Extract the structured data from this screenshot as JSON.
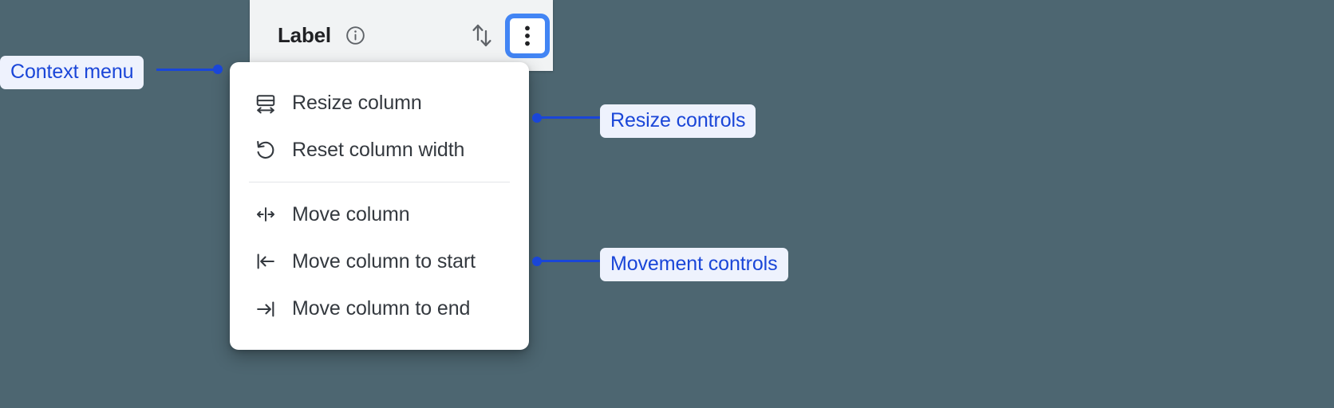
{
  "background_color": "#4d6671",
  "accent_color": "#1a46d8",
  "focus_ring_color": "#4285f4",
  "column_header": {
    "label": "Label",
    "info_icon": "info-circle-icon",
    "sort_icon": "sort-up-down-icon",
    "menu_button_icon": "more-vert-icon"
  },
  "context_menu": {
    "groups": [
      {
        "name": "resize",
        "items": [
          {
            "icon": "resize-column-icon",
            "label": "Resize column"
          },
          {
            "icon": "reset-width-icon",
            "label": "Reset column width"
          }
        ]
      },
      {
        "name": "movement",
        "items": [
          {
            "icon": "move-column-icon",
            "label": "Move column"
          },
          {
            "icon": "move-to-start-icon",
            "label": "Move column to start"
          },
          {
            "icon": "move-to-end-icon",
            "label": "Move column to end"
          }
        ]
      }
    ]
  },
  "annotations": [
    {
      "name": "context-menu",
      "label": "Context menu"
    },
    {
      "name": "resize-controls",
      "label": "Resize controls"
    },
    {
      "name": "movement-controls",
      "label": "Movement controls"
    }
  ]
}
